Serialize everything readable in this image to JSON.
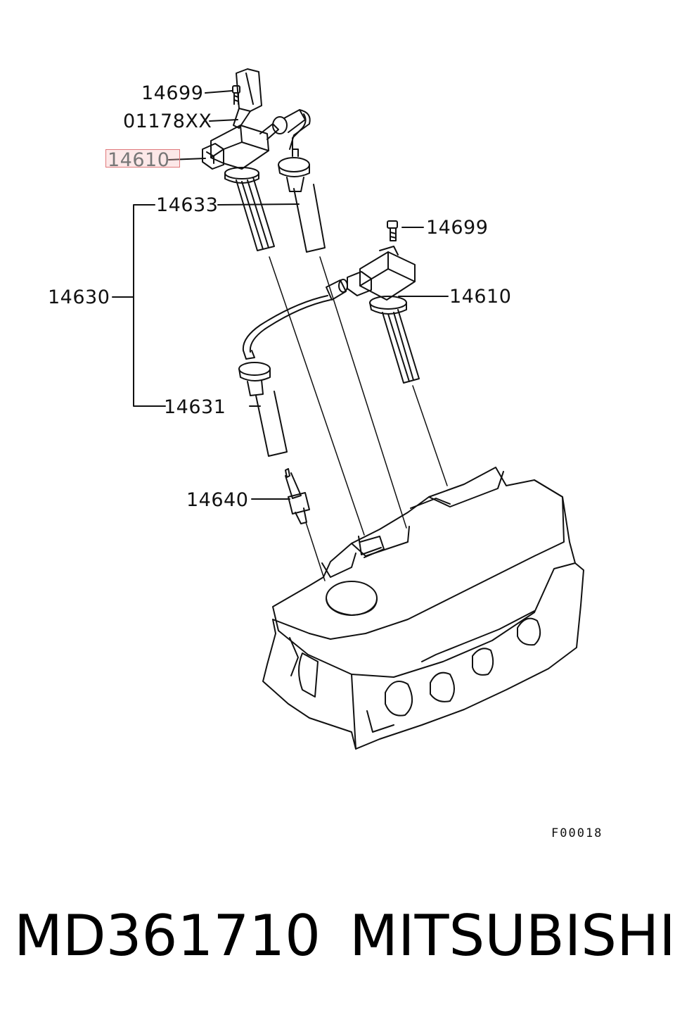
{
  "callouts": {
    "c14699_top": "14699",
    "c01178xx": "01178XX",
    "c14610_top": "14610",
    "c14633": "14633",
    "c14699_right": "14699",
    "c14630": "14630",
    "c14610_right": "14610",
    "c14631": "14631",
    "c14640": "14640"
  },
  "figure_code": "F00018",
  "caption": {
    "part_number": "MD361710",
    "brand": "MITSUBISHI"
  },
  "colors": {
    "line": "#111111",
    "highlight_border": "#e0787a",
    "highlight_fill": "#f5bebe"
  }
}
